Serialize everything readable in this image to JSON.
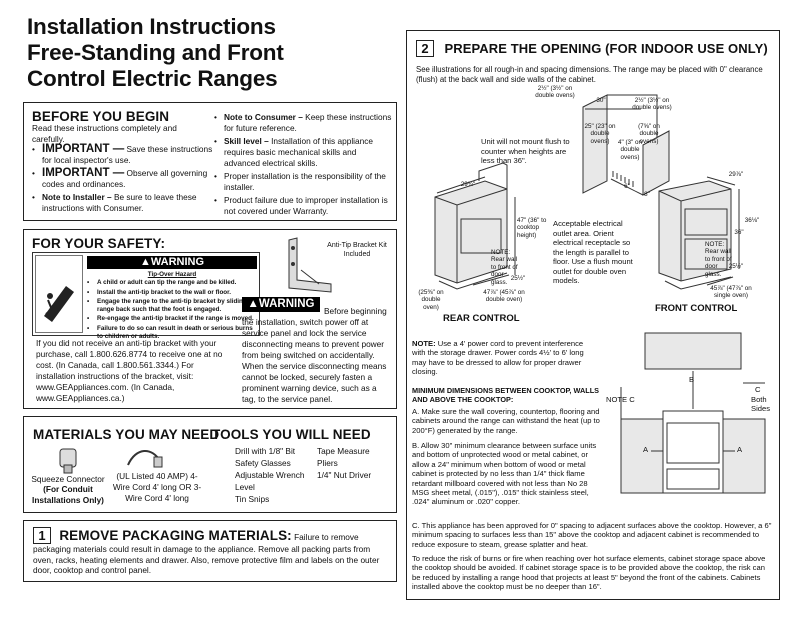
{
  "title": [
    "Installation Instructions",
    "Free-Standing and Front",
    "Control Electric Ranges"
  ],
  "before": {
    "heading": "BEFORE YOU BEGIN",
    "intro": "Read these instructions completely and carefully.",
    "important1_label": "IMPORTANT —",
    "important1_text": "Save these instructions for local inspector's use.",
    "important2_label": "IMPORTANT —",
    "important2_text": "Observe all governing codes and ordinances.",
    "installer_label": "Note to Installer –",
    "installer_text": "Be sure to leave these instructions with Consumer.",
    "consumer_label": "Note to Consumer –",
    "consumer_text": "Keep these instructions for future reference.",
    "skill_label": "Skill level –",
    "skill_text": "Installation of this appliance requires basic mechanical skills and advanced electrical skills.",
    "proper": "Proper installation is the responsibility of the installer.",
    "failure": "Product failure due to improper installation is not covered under Warranty."
  },
  "safety": {
    "heading": "FOR YOUR SAFETY:",
    "warning_word": "▲WARNING",
    "hazard": "Tip-Over Hazard",
    "hazard_items": [
      "A child or adult can tip the range and be killed.",
      "Install the anti-tip bracket to the wall or floor.",
      "Engage the range to the anti-tip bracket by sliding the range back such that the foot is engaged.",
      "Re-engage the anti-tip bracket if the range is moved.",
      "Failure to do so can result in death or serious burns to children or adults."
    ],
    "bracket_label": "Anti-Tip Bracket Kit Included",
    "warning2_word": "▲WARNING",
    "warning2_text1": "Before beginning",
    "warning2_text2": "the installation, switch power off at service panel and lock the service disconnecting means to prevent power from being switched on accidentally. When the service disconnecting means cannot be locked, securely fasten a prominent warning device, such as a tag, to the service panel.",
    "receive": "If you did not receive an anti-tip bracket with your purchase, call 1.800.626.8774 to receive one at no cost. (In Canada, call 1.800.561.3344.) For installation instructions of the bracket, visit: www.GEAppliances.com. (In Canada, www.GEAppliances.ca.)"
  },
  "materials": {
    "heading": "MATERIALS YOU MAY NEED",
    "tools_heading": "TOOLS YOU WILL NEED",
    "squeeze": "Squeeze Connector",
    "squeeze_note": "(For Conduit Installations Only)",
    "cord_text": "(UL Listed 40 AMP) 4-Wire Cord 4' long OR 3-Wire Cord 4' long",
    "tools_col1": [
      "Drill with 1/8\" Bit",
      "Safety Glasses",
      "Adjustable Wrench",
      "Level",
      "Tin Snips"
    ],
    "tools_col2": [
      "Tape Measure",
      "Pliers",
      "1/4\" Nut Driver"
    ]
  },
  "remove": {
    "number": "1",
    "heading": "REMOVE PACKAGING MATERIALS:",
    "text": "Failure to remove packaging materials could result in damage to the appliance. Remove all packing parts from oven, racks, heating elements and drawer. Also, remove protective film and labels on the outer door, cooktop and control panel."
  },
  "prepare": {
    "number": "2",
    "heading": "PREPARE THE OPENING (FOR INDOOR USE ONLY)",
    "intro": "See illustrations for all rough-in and spacing dimensions. The range may be placed with 0\" clearance (flush) at the back wall and side walls of the cabinet.",
    "flush_note": "Unit will not mount flush to counter when heights are less than 36\".",
    "outlet_note": "Acceptable electrical outlet area. Orient electrical receptacle so the length is parallel to floor. Use a flush mount outlet for double oven models.",
    "rear_label": "REAR CONTROL",
    "front_label": "FRONT CONTROL",
    "dims": {
      "d1": "2½\" (3½\" on double ovens)",
      "d2": "30\"",
      "d3": "25\" (23\" on double ovens)",
      "d4": "2½\" (3½\" on double ovens)",
      "d5": "4\" (3\" on double ovens)",
      "d6": "(7⅝\" on double ovens)",
      "d7": "6\"",
      "d8": "8\"",
      "d9": "29¾\"",
      "d10": "47\" (36\" to cooktop height)",
      "d11": "(25⅜\" on double oven)",
      "d12": "25½\"",
      "d13": "47⅞\" (45⅞\" on double oven)",
      "d14": "29⅞\"",
      "d15": "36⅛\"",
      "d16": "36\"",
      "d17": "25½\"",
      "d18": "45⅞\" (47⅞\" on single oven)",
      "rear_note": "NOTE: Rear wall to front of door glass.",
      "front_note": "NOTE: Rear wall to front of door glass."
    },
    "power_note_label": "NOTE:",
    "power_note": "Use a 4' power cord to prevent interference with the storage drawer. Power cords 4½' to 6' long may have to be dressed to allow for proper drawer closing.",
    "min_heading": "MINIMUM DIMENSIONS BETWEEN COOKTOP, WALLS AND ABOVE THE COOKTOP:",
    "items": [
      {
        "letter": "A.",
        "text": "Make sure the wall covering, countertop, flooring and cabinets around the range can withstand the heat (up to 200°F) generated by the range."
      },
      {
        "letter": "B.",
        "text": "Allow 30\" minimum clearance between surface units and bottom of unprotected wood or metal cabinet, or allow a 24\" minimum when bottom of wood or metal cabinet is protected by no less than 1/4\" thick flame retardant millboard covered with not less than No 28 MSG sheet metal, (.015\"), .015\" thick stainless steel, .024\" aluminum or .020\" copper."
      },
      {
        "letter": "C.",
        "text": "This appliance has been approved for 0\" spacing to adjacent surfaces above the cooktop. However, a 6\" minimum spacing to surfaces less than 15\" above the cooktop and adjacent cabinet is recommended to reduce exposure to steam, grease splatter and heat."
      }
    ],
    "diagram_labels": {
      "b": "B",
      "c": "C",
      "note_c": "NOTE C",
      "both_sides": "Both Sides",
      "a1": "A",
      "a2": "A"
    },
    "closing": "To reduce the risk of burns or fire when reaching over hot surface elements, cabinet storage space above the cooktop should be avoided. If cabinet storage space is to be provided above the cooktop, the risk can be reduced by installing a range hood that projects at least 5\" beyond the front of the cabinets. Cabinets installed above the cooktop must be no deeper than 16\"."
  }
}
